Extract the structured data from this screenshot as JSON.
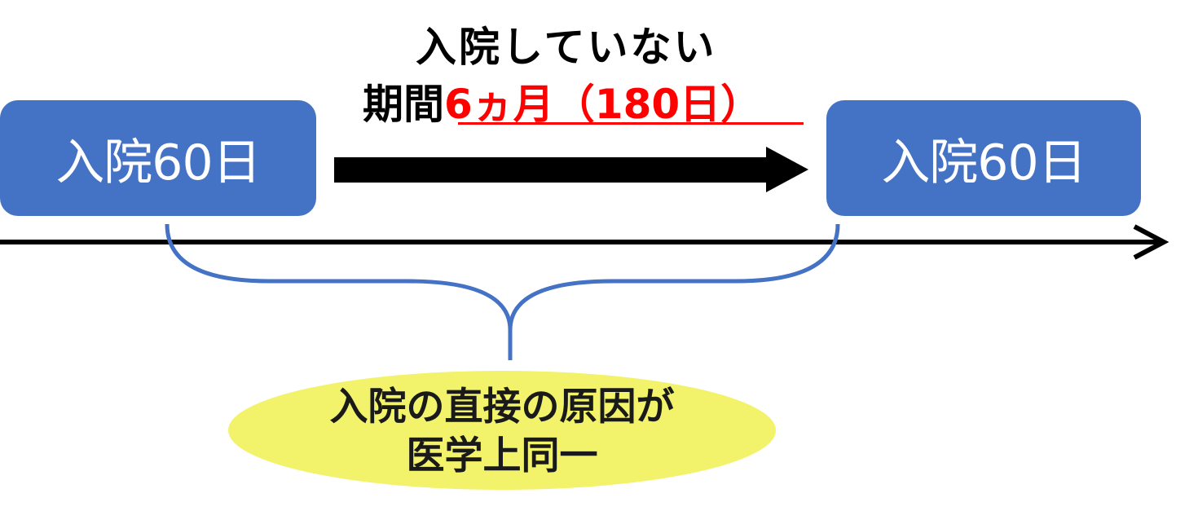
{
  "title": {
    "line1": "入院していない",
    "line2_prefix": "期間",
    "line2_highlight": "6ヵ月（180日）"
  },
  "boxes": {
    "left": "入院60日",
    "right": "入院60日"
  },
  "ellipse": {
    "line1": "入院の直接の原因が",
    "line2": "医学上同一"
  },
  "colors": {
    "box_fill": "#4472C4",
    "brace": "#4472C4",
    "ellipse_fill": "#F2F26B",
    "highlight": "#FF0000"
  }
}
